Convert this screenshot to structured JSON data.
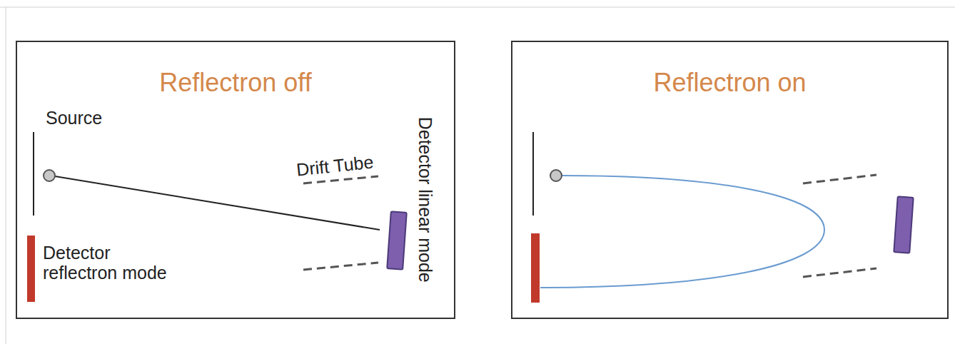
{
  "diagram": {
    "nodes": [
      {
        "text": [
          "Reflectron off"
        ]
      },
      {
        "text": [
          "Reflectron on"
        ]
      }
    ],
    "labels": [
      "Source",
      "Drift Tube",
      "Detector reflectron mode",
      "Detector linear mode"
    ]
  }
}
